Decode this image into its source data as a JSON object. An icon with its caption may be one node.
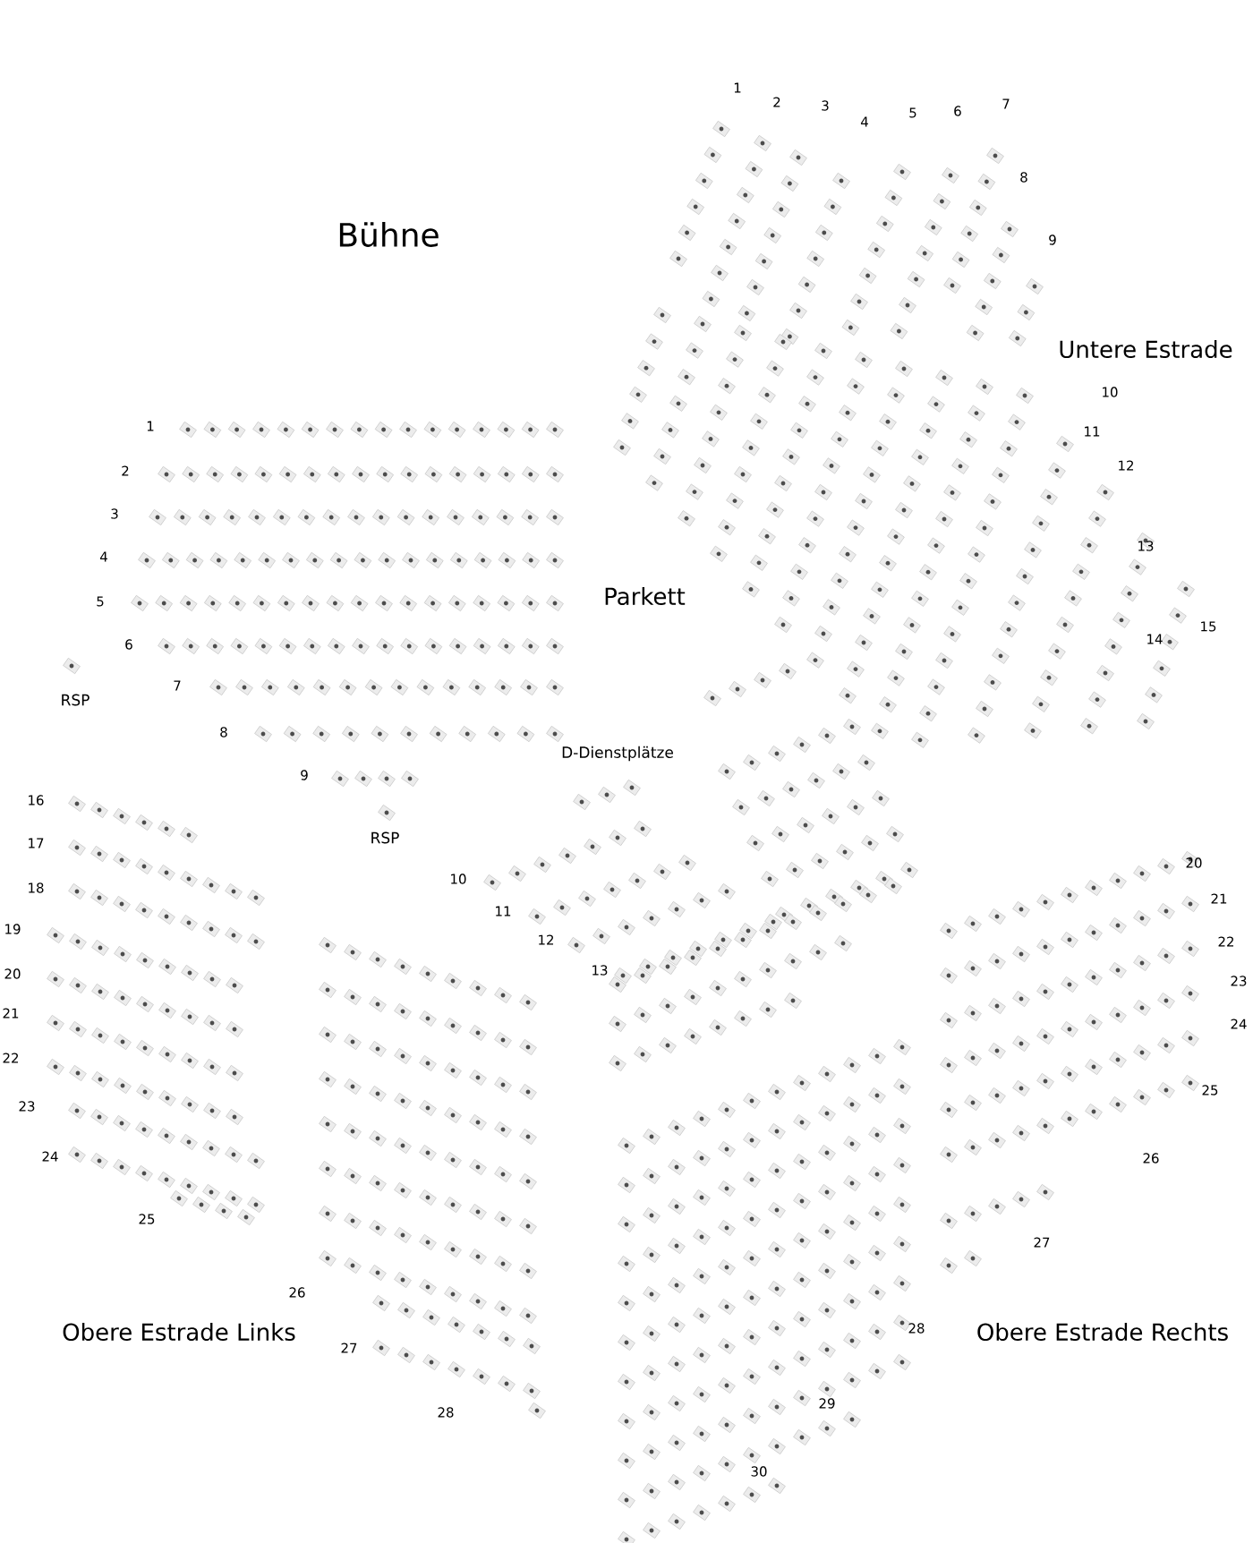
{
  "diagram": {
    "labels": [
      "Bühne",
      "1",
      "2",
      "3",
      "4",
      "5",
      "6",
      "7",
      "8",
      "9",
      "Untere Estrade",
      "10",
      "11",
      "12",
      "13",
      "14",
      "15",
      "1",
      "2",
      "3",
      "4",
      "5",
      "6",
      "7",
      "8",
      "9",
      "Parkett",
      "RSP",
      "D-Dienstplätze",
      "RSP",
      "10",
      "11",
      "12",
      "13",
      "16",
      "17",
      "18",
      "19",
      "20",
      "21",
      "22",
      "23",
      "24",
      "25",
      "26",
      "27",
      "28",
      "20",
      "21",
      "22",
      "23",
      "24",
      "25",
      "26",
      "27",
      "28",
      "29",
      "30",
      "Obere Estrade Links",
      "Obere Estrade Rechts"
    ]
  }
}
